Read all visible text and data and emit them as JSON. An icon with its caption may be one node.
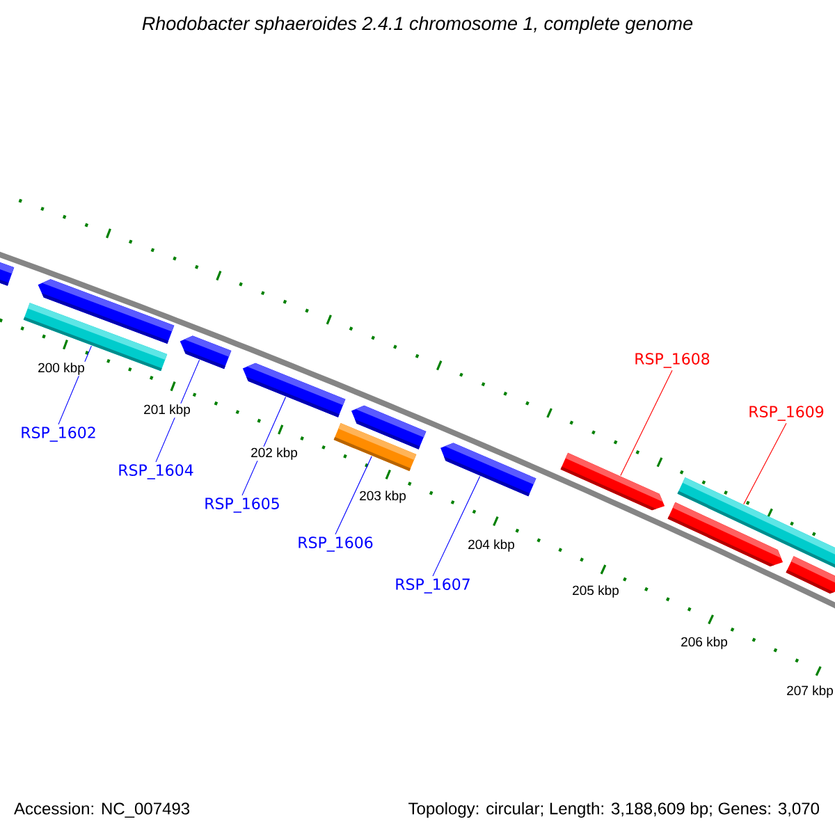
{
  "diagram": {
    "title": "Rhodobacter sphaeroides 2.4.1 chromosome 1, complete genome",
    "nodes": [
      {
        "text": [],
        "shape": "pentagon"
      },
      {
        "text": [],
        "shape": "bar"
      },
      {
        "text": [],
        "shape": "pentagon"
      },
      {
        "text": [],
        "shape": "pentagon"
      },
      {
        "text": [],
        "shape": "pentagon"
      },
      {
        "text": [],
        "shape": "bar"
      },
      {
        "text": [],
        "shape": "pentagon"
      },
      {
        "text": [],
        "shape": "pentagon"
      },
      {
        "text": [],
        "shape": "pentagon"
      },
      {
        "text": [],
        "shape": "pentagon"
      },
      {
        "text": [],
        "shape": "bar"
      },
      {
        "text": [],
        "shape": "pentagon"
      },
      {
        "text": [
          "RSP_1602"
        ]
      },
      {
        "text": [
          "RSP_1604"
        ]
      },
      {
        "text": [
          "RSP_1605"
        ]
      },
      {
        "text": [
          "RSP_1606"
        ]
      },
      {
        "text": [
          "RSP_1607"
        ]
      },
      {
        "text": [
          "RSP_1608"
        ]
      },
      {
        "text": [
          "RSP_1609"
        ]
      }
    ],
    "edges": [
      {
        "from": 12,
        "to": 1,
        "arrow": "none"
      },
      {
        "from": 13,
        "to": 3,
        "arrow": "none"
      },
      {
        "from": 14,
        "to": 4,
        "arrow": "none"
      },
      {
        "from": 15,
        "to": 5,
        "arrow": "none"
      },
      {
        "from": 16,
        "to": 7,
        "arrow": "none"
      },
      {
        "from": 17,
        "to": 8,
        "arrow": "none",
        "color": "#ff0000"
      },
      {
        "from": 18,
        "to": 10,
        "arrow": "none",
        "color": "#ff0000"
      }
    ],
    "labels": [
      "200 kbp",
      "201 kbp",
      "202 kbp",
      "203 kbp",
      "204 kbp",
      "205 kbp",
      "206 kbp",
      "207 kbp",
      "Accession: NC_007493",
      "Topology: circular; Length: 3,188,609 bp; Genes: 3,070"
    ]
  }
}
